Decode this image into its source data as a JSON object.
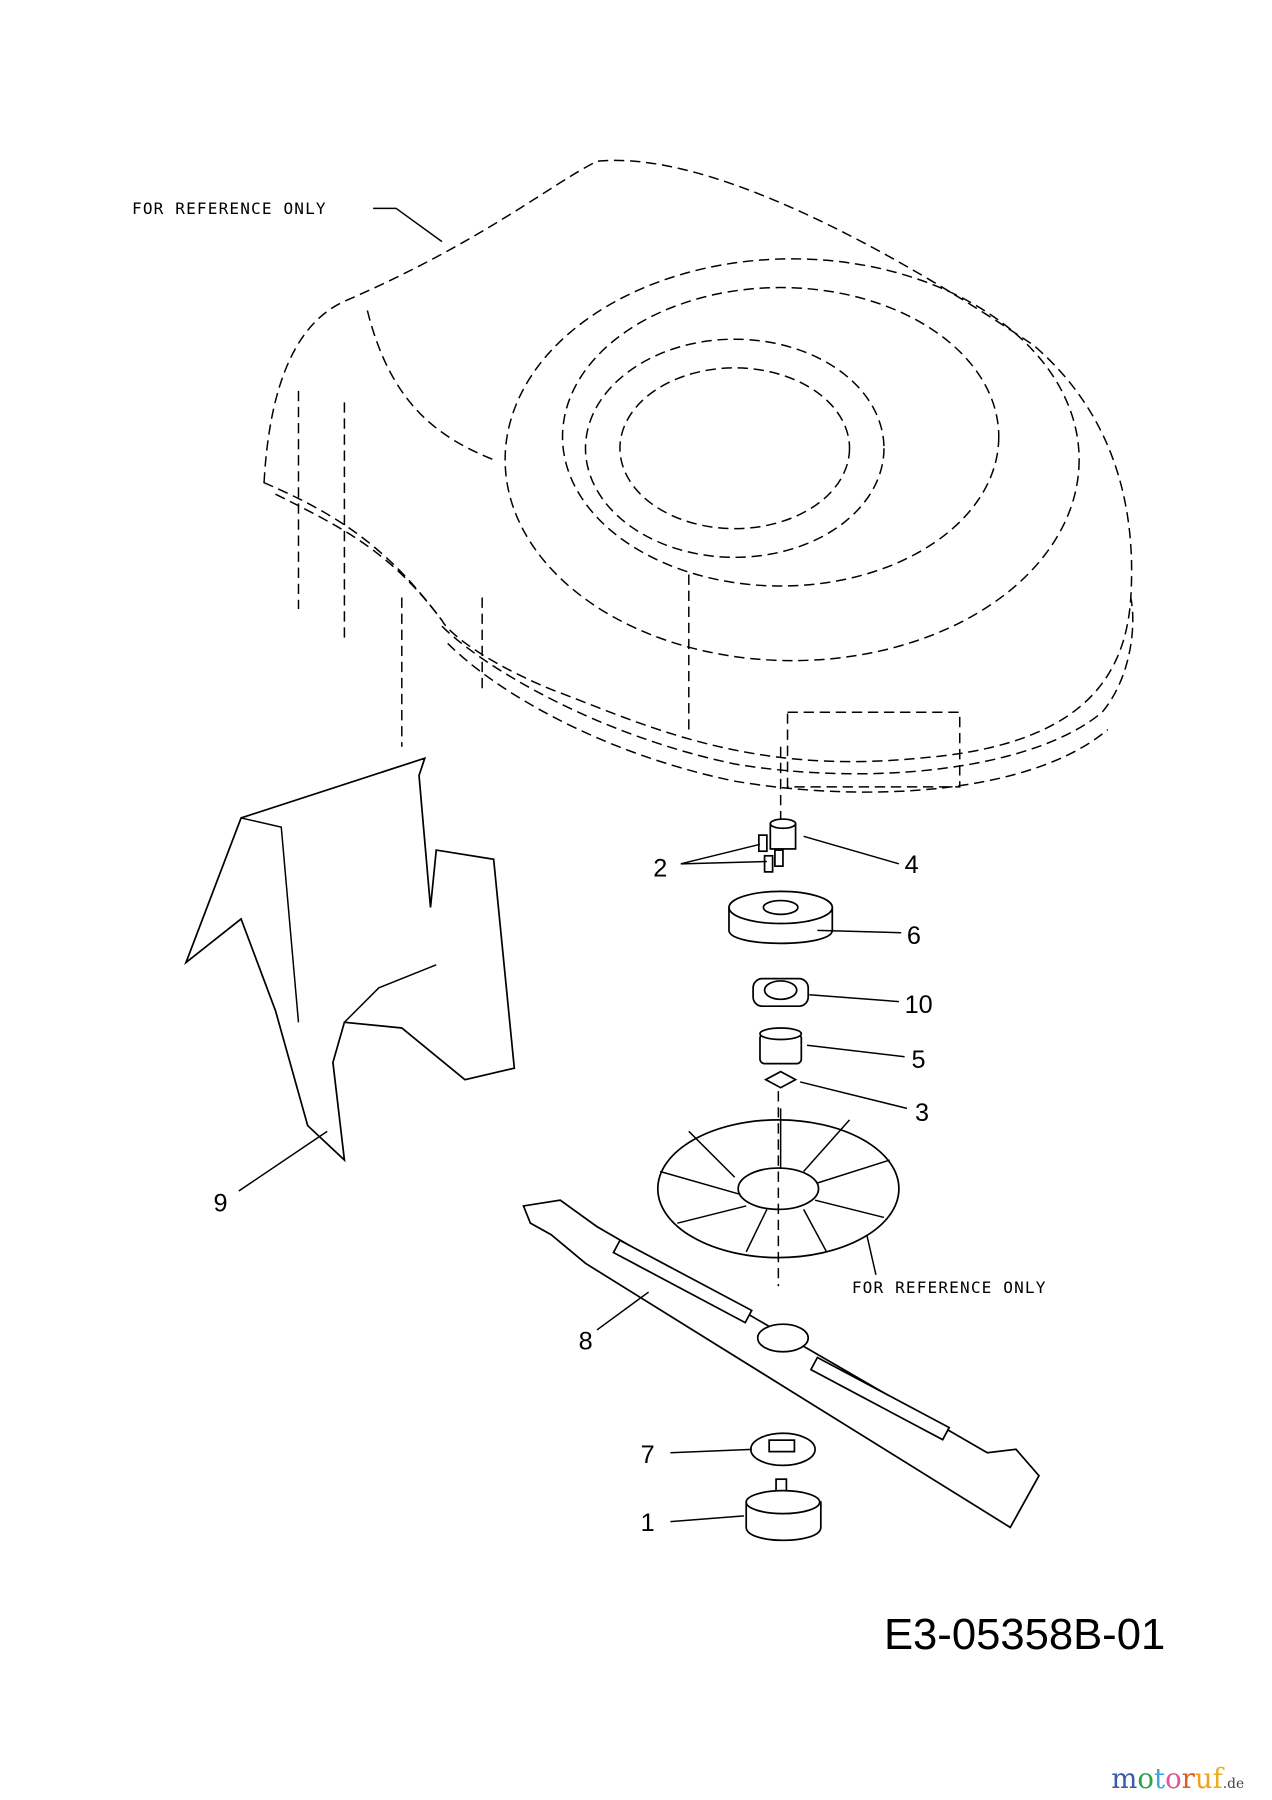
{
  "diagram": {
    "reference_note_top": "FOR REFERENCE ONLY",
    "reference_note_bottom": "FOR REFERENCE ONLY",
    "drawing_code": "E3-05358B-01",
    "callouts": [
      "1",
      "2",
      "3",
      "4",
      "5",
      "6",
      "7",
      "8",
      "9",
      "10"
    ],
    "watermark": {
      "main": "motoruf",
      "suffix": ".de"
    }
  }
}
